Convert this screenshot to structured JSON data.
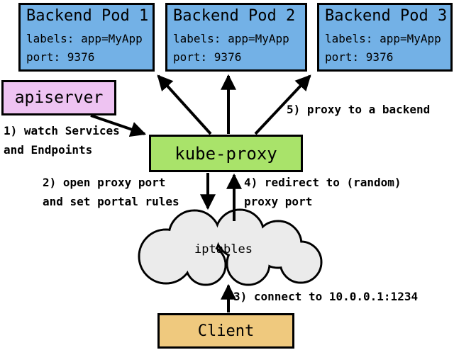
{
  "colors": {
    "pod_fill": "#73b1e6",
    "apiserver_fill": "#eec3f2",
    "kube_proxy_fill": "#a9e36a",
    "client_fill": "#efc97e",
    "cloud_fill": "#ebebeb",
    "line_color": "#000000"
  },
  "nodes": {
    "pod1": {
      "title": "Backend Pod 1",
      "labels": "labels: app=MyApp",
      "port": "port: 9376"
    },
    "pod2": {
      "title": "Backend Pod 2",
      "labels": "labels: app=MyApp",
      "port": "port: 9376"
    },
    "pod3": {
      "title": "Backend Pod 3",
      "labels": "labels: app=MyApp",
      "port": "port: 9376"
    },
    "apiserver": {
      "title": "apiserver"
    },
    "kube_proxy": {
      "title": "kube-proxy"
    },
    "iptables": {
      "title": "iptables"
    },
    "client": {
      "title": "Client"
    }
  },
  "annotations": {
    "step1": {
      "line1": "1) watch Services",
      "line2": "and Endpoints"
    },
    "step2": {
      "line1": "2) open proxy port",
      "line2": "and set portal rules"
    },
    "step3": {
      "line1": "3) connect to 10.0.0.1:1234"
    },
    "step4": {
      "line1": "4) redirect to (random)",
      "line2": "proxy port"
    },
    "step5": {
      "line1": "5) proxy to a backend"
    }
  }
}
